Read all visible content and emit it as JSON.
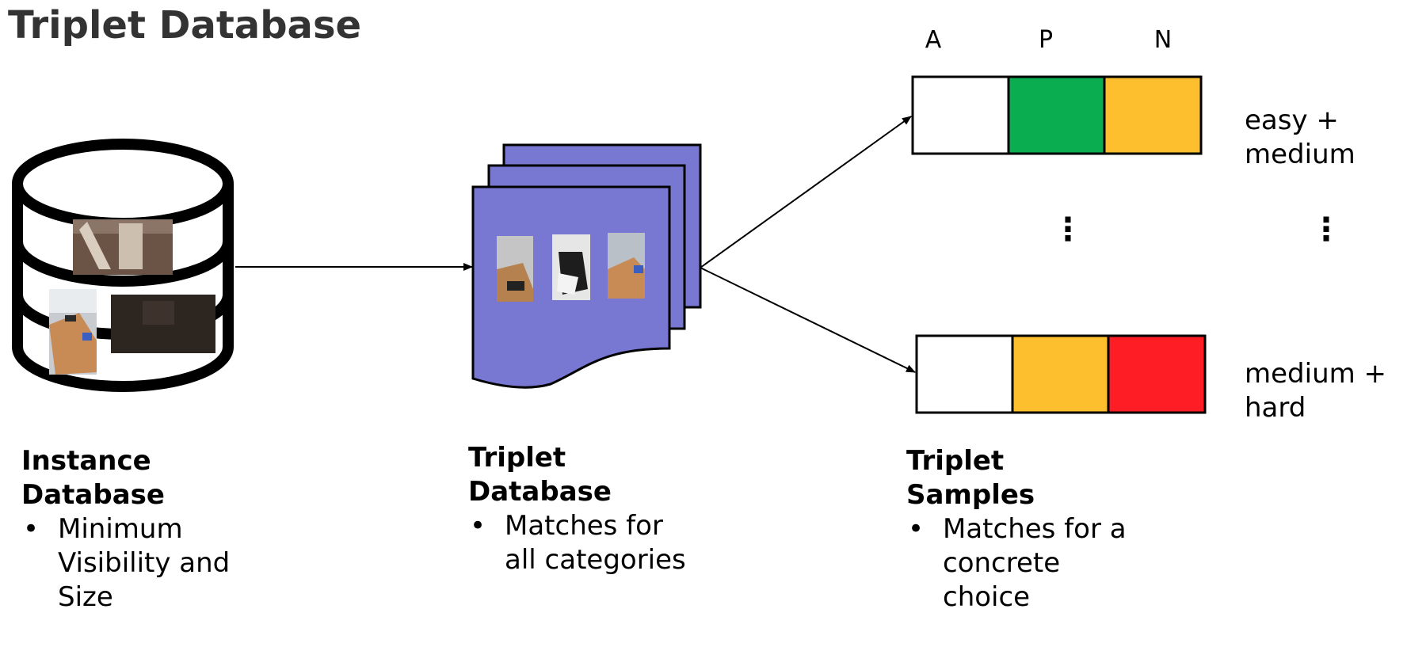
{
  "title": "Triplet Database",
  "columns": {
    "anchor": "A",
    "positive": "P",
    "negative": "N"
  },
  "rows": [
    {
      "label_line1": "easy +",
      "label_line2": "medium",
      "anchor_color": "#ffffff",
      "positive_color": "#0aad4f",
      "negative_color": "#fdbf2d"
    },
    {
      "label_line1": "medium +",
      "label_line2": "hard",
      "anchor_color": "#ffffff",
      "positive_color": "#fdbf2d",
      "negative_color": "#ff1d25"
    }
  ],
  "ellipsis": "⋮",
  "instance_db": {
    "heading_line1": "Instance",
    "heading_line2": "Database",
    "bullet_lines": [
      "Minimum",
      "Visibility and",
      "Size"
    ]
  },
  "triplet_db": {
    "heading_line1": "Triplet",
    "heading_line2": "Database",
    "bullet_lines": [
      "Matches for",
      "all categories"
    ],
    "page_color": "#7878d2"
  },
  "triplet_samples": {
    "heading_line1": "Triplet",
    "heading_line2": "Samples",
    "bullet_lines": [
      "Matches for a",
      "concrete",
      "choice"
    ]
  },
  "bullet_glyph": "•"
}
